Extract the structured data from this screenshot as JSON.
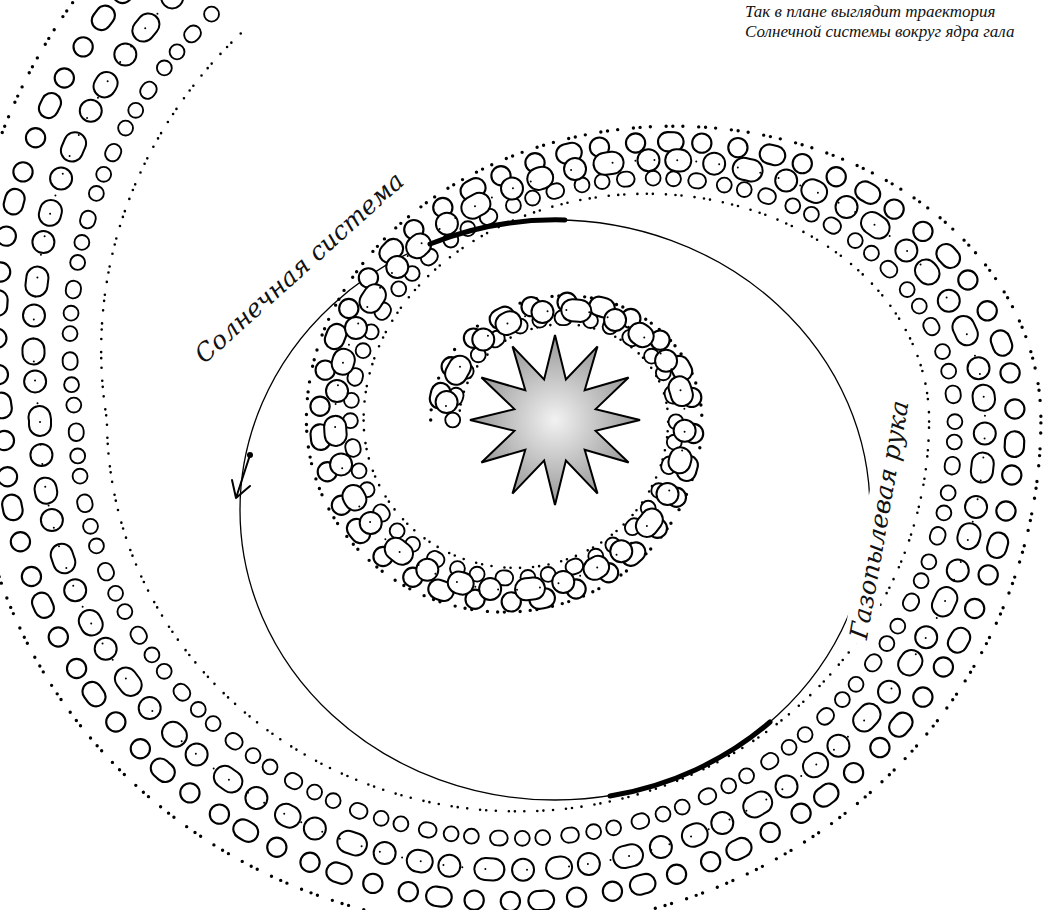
{
  "diagram": {
    "caption": "Так в плане выглядит траектория Солнечной системы вокруг ядра гала",
    "labels": [
      "Солнечная система",
      "Газопылевая рука"
    ]
  }
}
